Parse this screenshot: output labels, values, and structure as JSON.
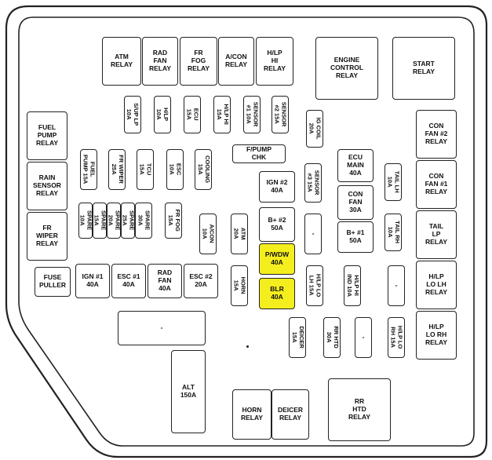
{
  "diagram": {
    "fuses": {
      "atm_relay": "ATM\nRELAY",
      "rad_fan_relay": "RAD\nFAN\nRELAY",
      "fr_fog_relay": "FR\nFOG\nRELAY",
      "acon_relay": "A/CON\nRELAY",
      "hlp_hi_relay": "H/LP\nHI\nRELAY",
      "engine_control_relay": "ENGINE\nCONTROL\nRELAY",
      "start_relay": "START\nRELAY",
      "fuel_pump_relay": "FUEL\nPUMP\nRELAY",
      "rain_sensor_relay": "RAIN\nSENSOR\nRELAY",
      "fr_wiper_relay": "FR\nWIPER\nRELAY",
      "fuse_puller": "FUSE\nPULLER",
      "con_fan2_relay": "CON\nFAN #2\nRELAY",
      "con_fan1_relay": "CON\nFAN #1\nRELAY",
      "tail_lp_relay": "TAIL\nLP\nRELAY",
      "hlp_lo_lh_relay": "H/LP\nLO LH\nRELAY",
      "hlp_lo_rh_relay": "H/LP\nLO RH\nRELAY",
      "stop_lp_10a": "S/UP LP\n10A",
      "hlp_10a": "H/LP\n10A",
      "ecu_15a": "ECU\n15A",
      "hlp_hi_15a": "H/LP HI\n15A",
      "sensor1_10a": "SENSOR\n#1 10A",
      "sensor2_15a": "SENSOR\n#2 15A",
      "ig_coil_20a": "IG COIL\n20A",
      "fuel_pump_15a": "FUEL\nPUMP 15A",
      "fr_wiper_25a": "FR WIPER\n25A",
      "tcu_15a": "TCU\n15A",
      "esc_10a": "ESC\n10A",
      "cooling_15a": "COOLING\n15A",
      "fpump_chk": "F/PUMP\nCHK",
      "ign2_40a": "IGN #2\n40A",
      "sensor3_15a": "SENSOR\n#3 15A",
      "ecu_main_40a": "ECU\nMAIN\n40A",
      "tail_lh_10a": "TAIL LH\n10A",
      "spare_1": "SPARE\n10A",
      "spare_2": "SPARE\n15A",
      "spare_3": "SPARE\n20A",
      "spare_4": "SPARE\n25A",
      "spare_5": "SPARE\n30A",
      "fr_fog_15a": "FR FOG\n15A",
      "acon_10a": "A/CON\n10A",
      "atm_20a": "ATM\n20A",
      "bplus2_50a": "B+ #2\n50A",
      "dash_a": "-",
      "con_fan_30a": "CON\nFAN\n30A",
      "bplus1_50a": "B+ #1\n50A",
      "tail_rh_10a": "TAIL RH\n10A",
      "ign1_40a": "IGN #1\n40A",
      "esc1_40a": "ESC #1\n40A",
      "rad_fan_40a": "RAD\nFAN\n40A",
      "esc2_20a": "ESC #2\n20A",
      "pwdw_40a": "P/WDW\n40A",
      "horn_15a": "HORN\n15A",
      "blr_40a": "BLR\n40A",
      "hlp_lo_lh_15a": "H/LP LO\nLH 15A",
      "hlp_hi_ind_10a": "H/LP HI\nIND 10A",
      "dash_b": "-",
      "dash_c": "-",
      "deicer_15a": "DEICER\n15A",
      "rr_htd_30a": "RR HTD\n30A",
      "dash_d": "-",
      "hlp_lo_rh_15a": "H/LP LO\nRH 15A",
      "dash_e": "-",
      "alt_150a": "ALT\n150A",
      "horn_relay": "HORN\nRELAY",
      "deicer_relay": "DEICER\nRELAY",
      "rr_htd_relay": "RR\nHTD\nRELAY"
    },
    "highlight_color": "#f4ee1e"
  }
}
